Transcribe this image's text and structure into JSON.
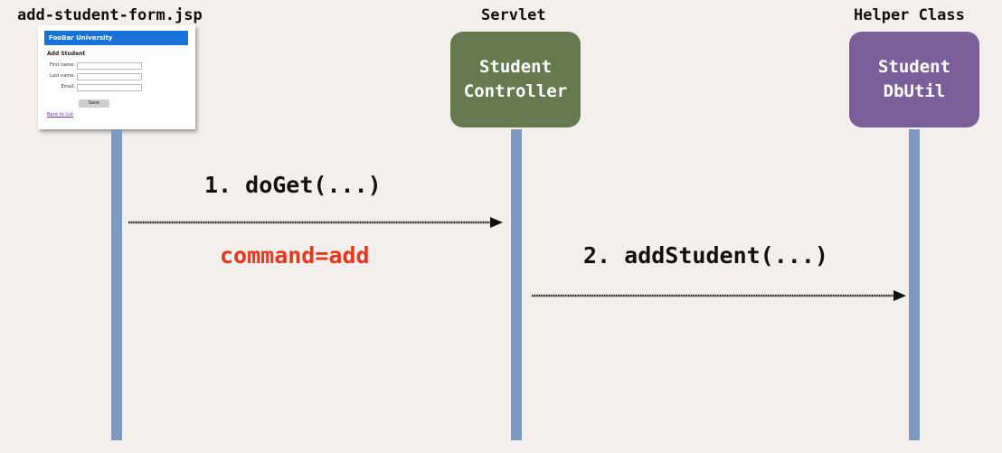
{
  "headers": {
    "jsp": "add-student-form.jsp",
    "servlet": "Servlet",
    "helper": "Helper Class"
  },
  "form_thumbnail": {
    "banner": "FooBar University",
    "title": "Add Student",
    "fields": [
      {
        "label": "First name:"
      },
      {
        "label": "Last name:"
      },
      {
        "label": "Email:"
      }
    ],
    "save": "Save",
    "back": "Back to List"
  },
  "servlet_box": {
    "line1": "Student",
    "line2": "Controller",
    "color": "#66794f"
  },
  "helper_box": {
    "line1": "Student",
    "line2": "DbUtil",
    "color": "#7b5f9b"
  },
  "messages": {
    "step1": "1. doGet(...)",
    "param": "command=add",
    "param_color": "#e8371c",
    "step2": "2. addStudent(...)"
  },
  "colors": {
    "lifeline": "#7d99bf",
    "background": "#f3efed"
  }
}
